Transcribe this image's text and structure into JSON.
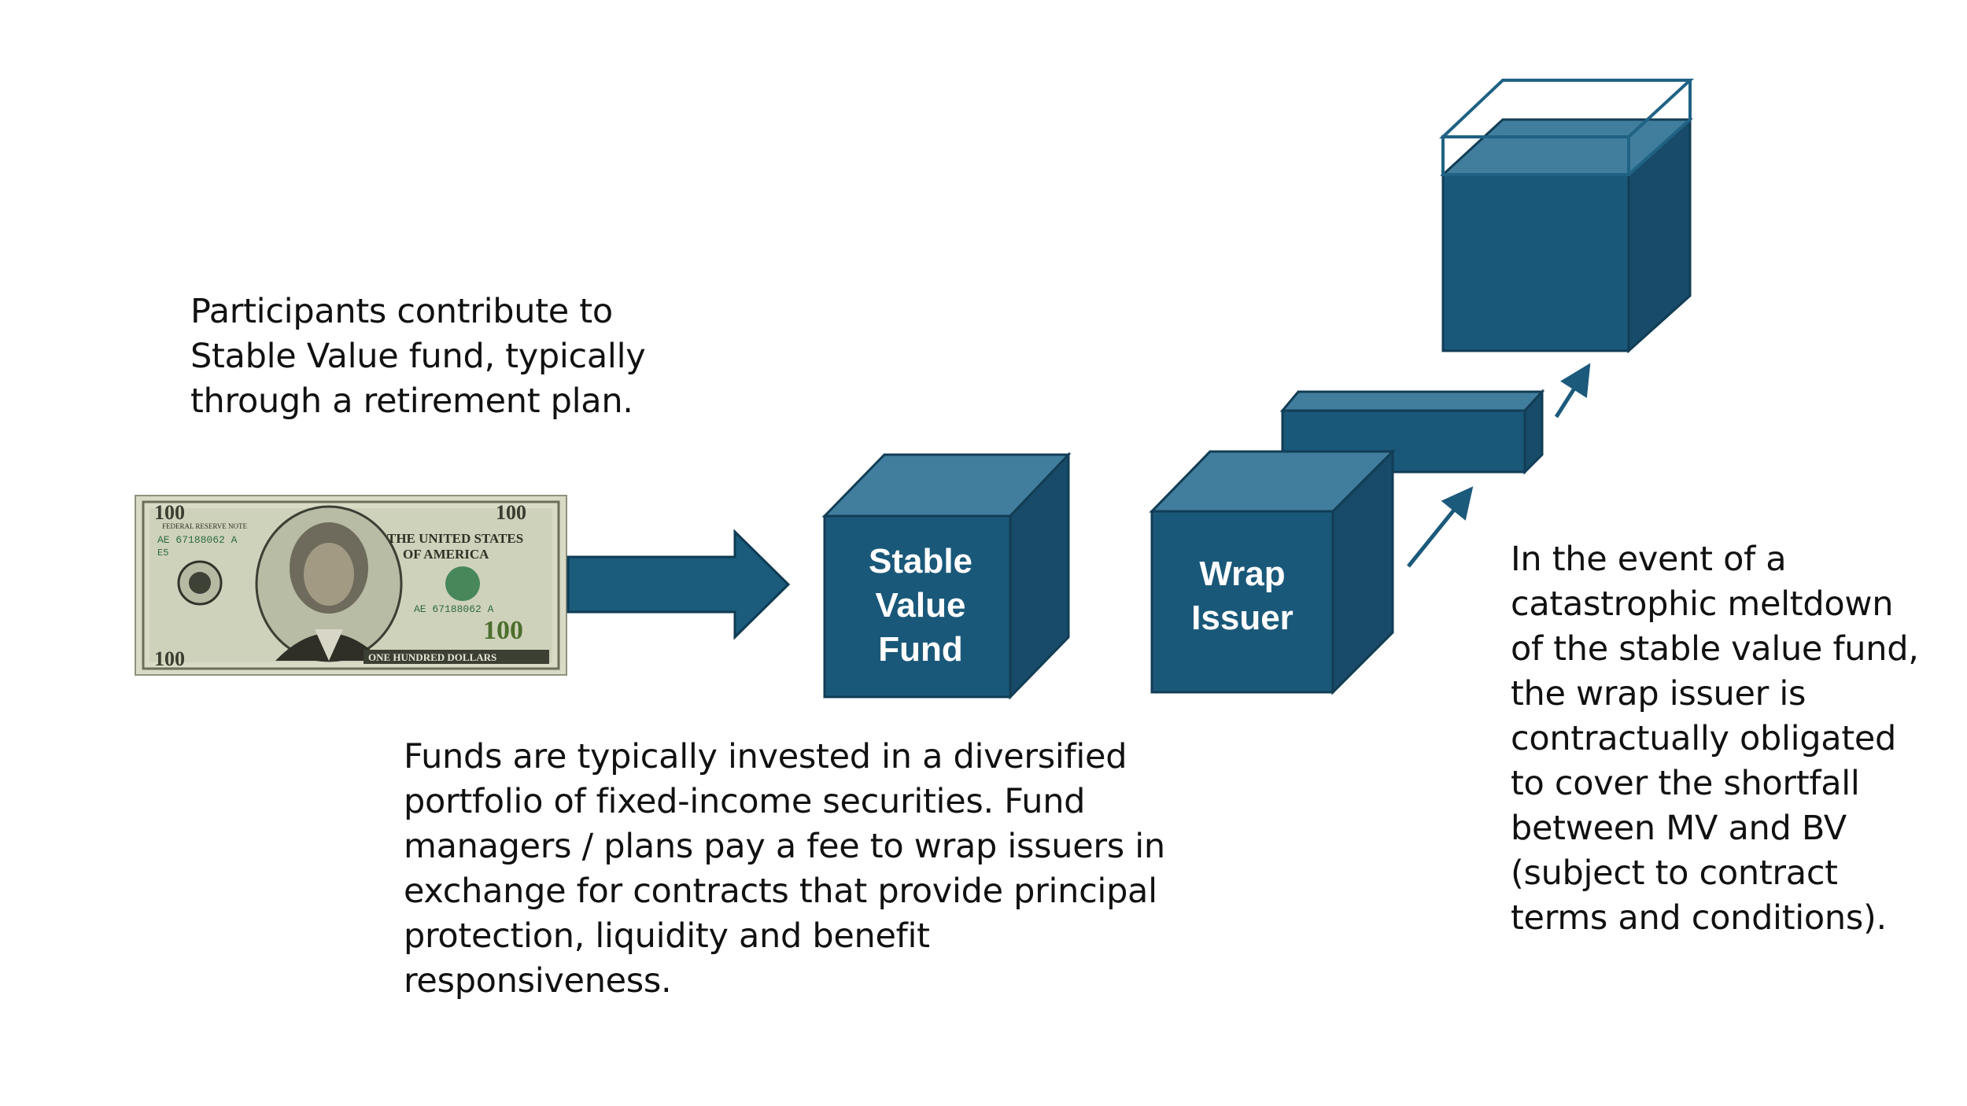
{
  "texts": {
    "participants": "Participants contribute to\nStable Value fund, typically\nthrough a retirement plan.",
    "funds": "Funds are typically invested in a diversified\nportfolio of fixed-income securities. Fund\nmanagers / plans pay a fee to wrap issuers in\nexchange for contracts that provide principal\nprotection, liquidity and benefit\nresponsiveness.",
    "meltdown": "In the event of a\ncatastrophic meltdown\nof the stable value fund,\nthe wrap issuer is\ncontractually obligated\nto cover the shortfall\nbetween MV and BV\n(subject to contract\nterms and conditions)."
  },
  "cubes": {
    "stable_value_fund": {
      "line1": "Stable",
      "line2": "Value",
      "line3": "Fund"
    },
    "wrap_issuer": {
      "line1": "Wrap",
      "line2": "Issuer"
    }
  },
  "bill": {
    "serial": "AE 67188062 A",
    "serial_small": "E5",
    "denomination": "100",
    "banner": "FEDERAL RESERVE NOTE",
    "country_line1": "THE UNITED STATES",
    "country_line2": "OF AMERICA",
    "bottom_banner": "ONE HUNDRED DOLLARS"
  },
  "colors": {
    "cube_front": "#1a5879",
    "cube_top": "#417e9d",
    "cube_side": "#174b69",
    "outline": "#123d55",
    "arrow": "#1c5a7b"
  }
}
